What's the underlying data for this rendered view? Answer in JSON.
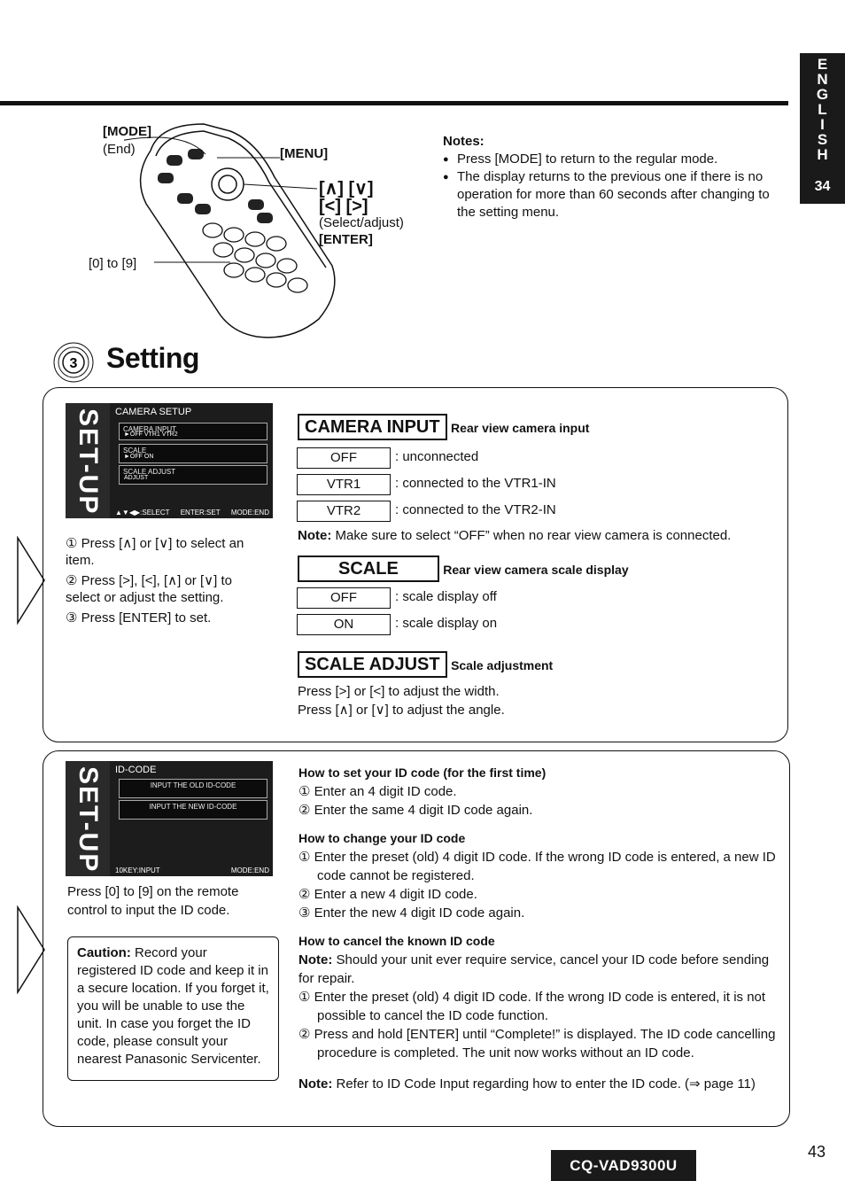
{
  "side_tab": {
    "letters": "E N G L I S H",
    "page": "34"
  },
  "remote": {
    "mode_label": "[MODE]",
    "end_label": "(End)",
    "menu_label": "[MENU]",
    "arrows_label_1": "[∧] [∨]",
    "arrows_label_2": "[<] [>]",
    "select_label": "(Select/adjust)",
    "enter_label": "[ENTER]",
    "digits_label": "[0] to [9]"
  },
  "notes": {
    "heading": "Notes:",
    "items": [
      "Press [MODE] to return to the regular mode.",
      "The display returns to the previous one if there is no operation for more than 60 seconds after changing to the setting menu."
    ]
  },
  "section": {
    "number": "3",
    "title": "Setting"
  },
  "panel1": {
    "screen": {
      "tag": "SET-UP",
      "title": "CAMERA SETUP",
      "line1": "CAMERA INPUT",
      "line2": "►OFF   VTR1   VTR2",
      "line3": "SCALE",
      "line4": "►OFF   ON",
      "line5": "SCALE ADJUST",
      "line6": "ADJUST",
      "footer_left": "▲▼◀▶:SELECT",
      "footer_mid": "ENTER:SET",
      "footer_right": "MODE:END"
    },
    "steps": [
      "① Press [∧] or [∨] to select an item.",
      "② Press [>], [<], [∧] or [∨] to select or adjust the setting.",
      "③ Press [ENTER] to set."
    ],
    "camera_input": {
      "header": "CAMERA INPUT",
      "sub": "Rear view camera input",
      "options": [
        {
          "label": "OFF",
          "desc": ": unconnected"
        },
        {
          "label": "VTR1",
          "desc": ": connected to the VTR1-IN"
        },
        {
          "label": "VTR2",
          "desc": ": connected to the VTR2-IN"
        }
      ],
      "note_label": "Note:",
      "note": "Make sure to select “OFF” when no rear view camera is connected."
    },
    "scale": {
      "header": "SCALE",
      "sub": "Rear view camera scale display",
      "options": [
        {
          "label": "OFF",
          "desc": ": scale display off"
        },
        {
          "label": "ON",
          "desc": ": scale display on"
        }
      ]
    },
    "scale_adjust": {
      "header": "SCALE ADJUST",
      "sub": "Scale adjustment",
      "line1": "Press [>] or [<] to adjust the width.",
      "line2": "Press [∧] or [∨] to adjust the angle."
    }
  },
  "panel2": {
    "screen": {
      "tag": "SET-UP",
      "title": "ID-CODE",
      "line1": "INPUT THE OLD ID-CODE",
      "line2": "INPUT THE NEW ID-CODE",
      "footer_left": "10KEY:INPUT",
      "footer_right": "MODE:END"
    },
    "instruction": "Press [0] to [9] on the remote control to input the ID code.",
    "caution_label": "Caution:",
    "caution": "Record your registered ID code and keep it in a secure location. If you forget it, you will be unable to use the unit. In case you forget the ID code, please consult your nearest Panasonic Servicenter.",
    "set_heading": "How to set your ID code (for the first time)",
    "set_steps": [
      "① Enter an 4 digit ID code.",
      "② Enter the same 4 digit ID code again."
    ],
    "change_heading": "How to change your ID code",
    "change_steps": [
      "① Enter the preset (old) 4 digit ID code.  If the wrong ID code is entered, a new ID code cannot be registered.",
      "② Enter a new 4 digit ID code.",
      "③ Enter the new 4 digit ID code again."
    ],
    "cancel_heading": "How to cancel the known ID code",
    "cancel_note_label": "Note:",
    "cancel_note": "Should your unit ever require service, cancel your ID code before sending for repair.",
    "cancel_steps": [
      "① Enter the preset (old) 4 digit ID code. If the wrong ID code is entered, it is not possible to cancel the ID code function.",
      "② Press and hold [ENTER] until “Complete!” is displayed. The ID code cancelling procedure is completed. The unit now works without an ID code."
    ],
    "final_note_label": "Note:",
    "final_note": "Refer to ID Code Input regarding how to enter the ID code. (⇒ page 11)"
  },
  "footer": {
    "model": "CQ-VAD9300U",
    "page": "43"
  }
}
